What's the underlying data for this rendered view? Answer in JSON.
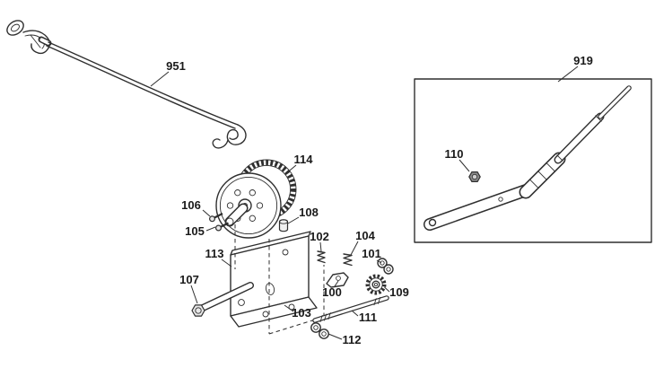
{
  "figure": {
    "type": "exploded-parts-diagram",
    "background": "#ffffff",
    "line_color": "#2f2f2f",
    "label_color": "#1a1a1a"
  },
  "labels": [
    {
      "name": "cable-hook-assembly",
      "text": "951"
    },
    {
      "name": "handle-assembly",
      "text": "919"
    },
    {
      "name": "handle-nut",
      "text": "110"
    },
    {
      "name": "drum-gear",
      "text": "114"
    },
    {
      "name": "screw-upper",
      "text": "106"
    },
    {
      "name": "screw-lower",
      "text": "105"
    },
    {
      "name": "spacer-bushing",
      "text": "108"
    },
    {
      "name": "pawl-spring-a",
      "text": "102"
    },
    {
      "name": "pawl-spring-b",
      "text": "104"
    },
    {
      "name": "washer-pair",
      "text": "101"
    },
    {
      "name": "frame-bracket",
      "text": "113"
    },
    {
      "name": "hex-bolt",
      "text": "107"
    },
    {
      "name": "ratchet-pawl",
      "text": "100"
    },
    {
      "name": "ratchet-sprocket",
      "text": "109"
    },
    {
      "name": "frame-flange",
      "text": "103"
    },
    {
      "name": "axle-shaft",
      "text": "111"
    },
    {
      "name": "lock-washers",
      "text": "112"
    }
  ]
}
